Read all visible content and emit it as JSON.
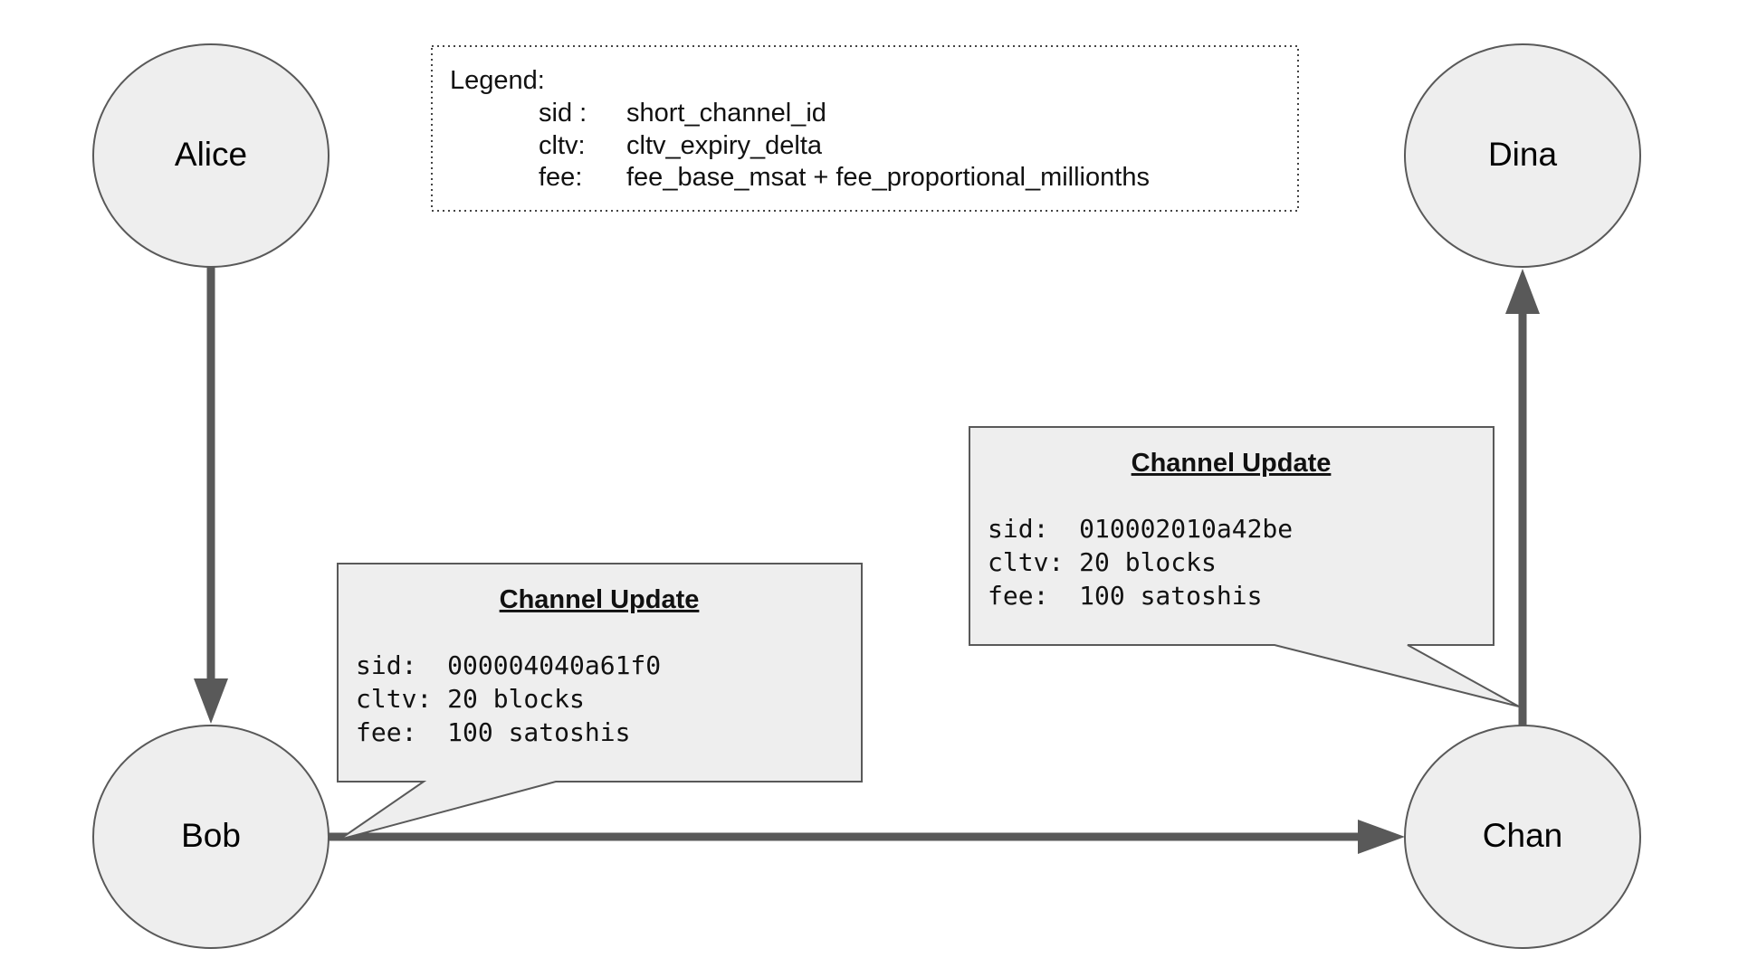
{
  "legend": {
    "title": "Legend:",
    "rows": [
      {
        "key": "sid :",
        "value": "short_channel_id"
      },
      {
        "key": "cltv:",
        "value": "cltv_expiry_delta"
      },
      {
        "key": "fee:",
        "value": "fee_base_msat + fee_proportional_millionths"
      }
    ]
  },
  "nodes": {
    "alice": "Alice",
    "bob": "Bob",
    "chan": "Chan",
    "dina": "Dina"
  },
  "callouts": {
    "bob_chan": {
      "title": "Channel Update",
      "lines": [
        "sid:  000004040a61f0",
        "cltv: 20 blocks",
        "fee:  100 satoshis"
      ]
    },
    "chan_dina": {
      "title": "Channel Update",
      "lines": [
        "sid:  010002010a42be",
        "cltv: 20 blocks",
        "fee:  100 satoshis"
      ]
    }
  },
  "colors": {
    "node_fill": "#eeeeee",
    "node_stroke": "#595959",
    "edge": "#595959",
    "callout_fill": "#eeeeee"
  }
}
